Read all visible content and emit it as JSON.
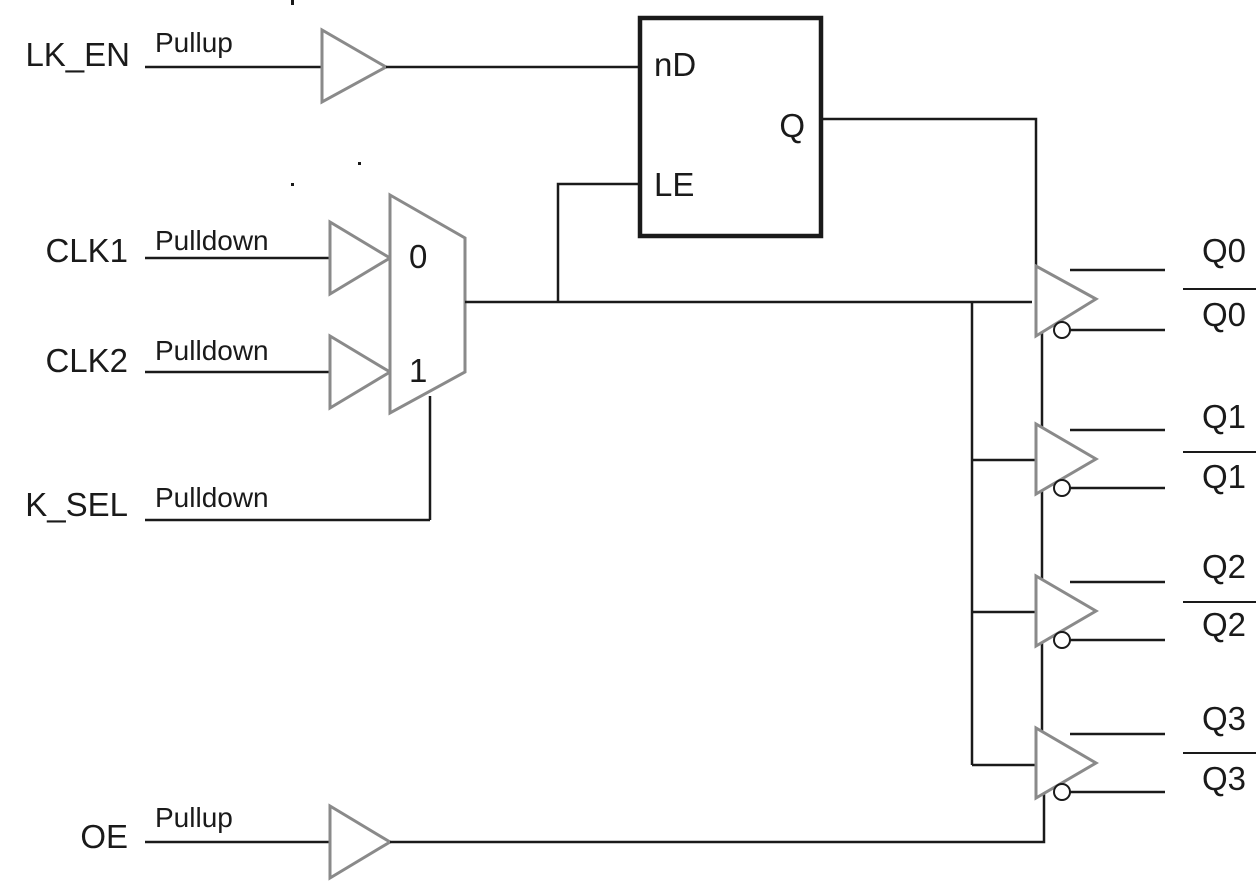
{
  "inputs": {
    "lk_en": {
      "name": "LK_EN",
      "pull": "Pullup"
    },
    "clk1": {
      "name": "CLK1",
      "pull": "Pulldown"
    },
    "clk2": {
      "name": "CLK2",
      "pull": "Pulldown"
    },
    "k_sel": {
      "name": "K_SEL",
      "pull": "Pulldown"
    },
    "oe": {
      "name": "OE",
      "pull": "Pullup"
    }
  },
  "mux": {
    "input0": "0",
    "input1": "1"
  },
  "latch": {
    "data_pin": "nD",
    "enable_pin": "LE",
    "output_pin": "Q"
  },
  "outputs": [
    {
      "true": "Q0",
      "complement": "Q0"
    },
    {
      "true": "Q1",
      "complement": "Q1"
    },
    {
      "true": "Q2",
      "complement": "Q2"
    },
    {
      "true": "Q3",
      "complement": "Q3"
    }
  ],
  "colors": {
    "line": "#1a1a1a",
    "buffer_outline": "#8a8a8a",
    "background": "#ffffff"
  }
}
